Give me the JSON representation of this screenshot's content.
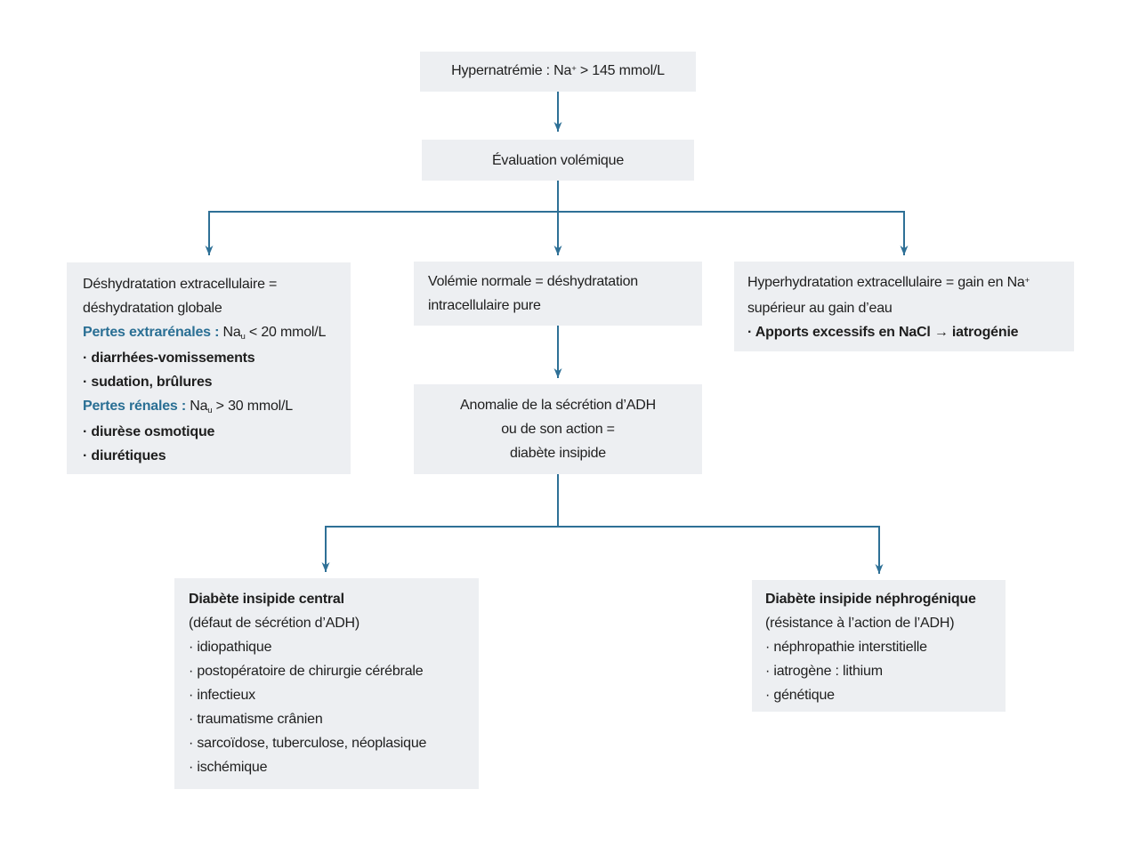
{
  "palette": {
    "page_bg": "#ffffff",
    "box_bg": "#edeff2",
    "arrow": "#2e7096",
    "accent_text": "#2a6f94",
    "text": "#1e1e1e"
  },
  "nodes": {
    "hypernatremia": {
      "pre": "Hypernatrémie : Na",
      "sup": "+",
      "post": " > 145 mmol/L"
    },
    "evaluation": {
      "label": "Évaluation volémique"
    },
    "extracellular": {
      "line1": "Déshydratation extracellulaire =",
      "line2": "déshydratation globale",
      "extrarenal_label": "Pertes extrarénales :",
      "extrarenal_pre": " Na",
      "extrarenal_sub": "u",
      "extrarenal_post": " < 20 mmol/L",
      "bullet1": "· diarrhées-vomissements",
      "bullet2": "· sudation, brûlures",
      "renal_label": "Pertes rénales :",
      "renal_pre": " Na",
      "renal_sub": "u",
      "renal_post": " > 30 mmol/L",
      "bullet3": "· diurèse osmotique",
      "bullet4": "· diurétiques"
    },
    "normovolemia": {
      "line1": "Volémie normale = déshydratation",
      "line2": "intracellulaire pure"
    },
    "hyperhydration": {
      "line1_pre": "Hyperhydratation extracellulaire = gain en Na",
      "line1_sup": "+",
      "line2": "supérieur au gain d’eau",
      "bullet1": "· Apports excessifs en NaCl → iatrogénie"
    },
    "adh": {
      "line1": "Anomalie de la sécrétion d’ADH",
      "line2": "ou de son action =",
      "line3": "diabète insipide"
    },
    "central_di": {
      "title": "Diabète insipide central",
      "subtitle": "(défaut de sécrétion d’ADH)",
      "bullets": [
        "· idiopathique",
        "· postopératoire de chirurgie cérébrale",
        "· infectieux",
        "· traumatisme crânien",
        "· sarcoïdose, tuberculose, néoplasique",
        "· ischémique"
      ]
    },
    "nephrogenic_di": {
      "title": "Diabète insipide néphrogénique",
      "subtitle": "(résistance à l’action de l’ADH)",
      "bullets": [
        "· néphropathie interstitielle",
        "· iatrogène : lithium",
        "· génétique"
      ]
    }
  }
}
